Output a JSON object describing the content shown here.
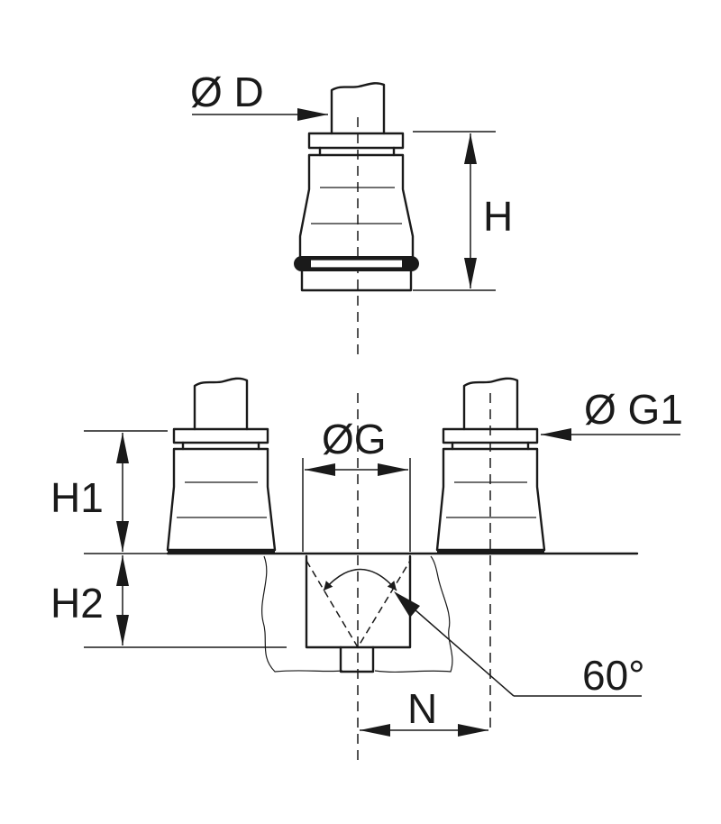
{
  "labels": {
    "d": "Ø D",
    "h": "H",
    "g": "ØG",
    "g1": "Ø G1",
    "h1": "H1",
    "h2": "H2",
    "angle": "60°",
    "n": "N"
  },
  "colors": {
    "line": "#1a1a1a",
    "background": "#ffffff"
  }
}
